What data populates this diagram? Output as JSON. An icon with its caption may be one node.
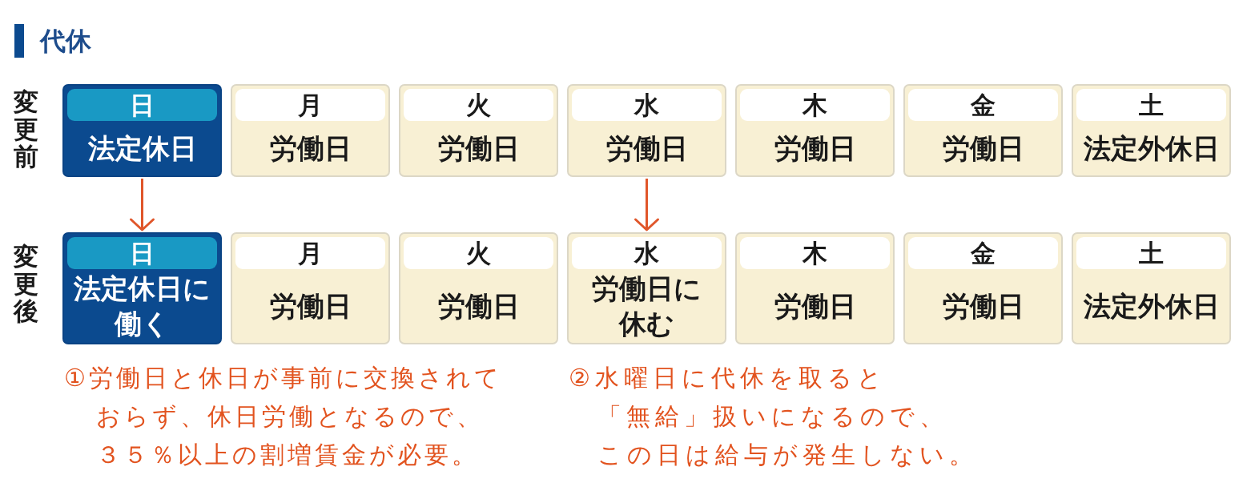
{
  "diagram": {
    "title": "代休",
    "nodes": [
      {
        "text": [
          "日",
          "法定休日"
        ]
      },
      {
        "text": [
          "月",
          "労働日"
        ]
      },
      {
        "text": [
          "火",
          "労働日"
        ]
      },
      {
        "text": [
          "水",
          "労働日"
        ]
      },
      {
        "text": [
          "木",
          "労働日"
        ]
      },
      {
        "text": [
          "金",
          "労働日"
        ]
      },
      {
        "text": [
          "土",
          "法定外休日"
        ]
      },
      {
        "text": [
          "日",
          "法定休日に働く"
        ]
      },
      {
        "text": [
          "月",
          "労働日"
        ]
      },
      {
        "text": [
          "火",
          "労働日"
        ]
      },
      {
        "text": [
          "水",
          "労働日に休む"
        ]
      },
      {
        "text": [
          "木",
          "労働日"
        ]
      },
      {
        "text": [
          "金",
          "労働日"
        ]
      },
      {
        "text": [
          "土",
          "法定外休日"
        ]
      }
    ],
    "edges": [
      {
        "from": 0,
        "to": 7,
        "arrow": "to"
      },
      {
        "from": 3,
        "to": 10,
        "arrow": "to"
      }
    ],
    "labels": [
      "変更前",
      "変更後",
      "①労働日と休日が事前に交換されておらず、休日労働となるので、３５％以上の割増賃金が必要。",
      "②水曜日に代休を取ると「無給」扱いになるので、この日は給与が発生しない。"
    ]
  }
}
